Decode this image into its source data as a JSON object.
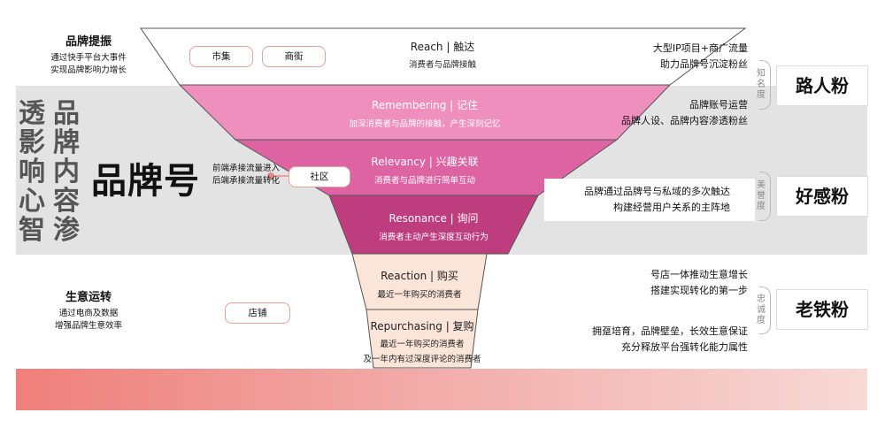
{
  "funnel": {
    "levels": [
      {
        "title": "Reach | 触达",
        "subtitle": "消费者与品牌接触",
        "color": "#ffffff"
      },
      {
        "title": "Remembering | 记住",
        "subtitle": "加深消费者与品牌的接触，产生深刻记忆",
        "color": "#ef8fbe"
      },
      {
        "title": "Relevancy | 兴趣关联",
        "subtitle": "消费者与品牌进行简单互动",
        "color": "#dd63a3"
      },
      {
        "title": "Resonance | 询问",
        "subtitle": "消费者主动产生深度互动行为",
        "color": "#bd3d7f"
      },
      {
        "title": "Reaction | 购买",
        "subtitle": "最近一年购买的消费者",
        "color": "#fbe4d8"
      },
      {
        "title": "Repurchasing | 复购",
        "subtitle": "最近一年购买的消费者",
        "subtitle2": "及一年内有过深度评论的消费者",
        "color": "#fbe4d8"
      }
    ]
  },
  "pills": {
    "market": "市集",
    "street": "商街",
    "community": "社区",
    "store": "店铺"
  },
  "left": {
    "brand_promo_title": "品牌提振",
    "brand_promo_line1": "通过快手平台大事件",
    "brand_promo_line2": "实现品牌影响力增长",
    "vertical_col1": [
      "透",
      "影",
      "响",
      "心",
      "智"
    ],
    "vertical_col2": [
      "品",
      "牌",
      "内",
      "容",
      "渗"
    ],
    "brand_account": "品牌号",
    "flow_line1": "前端承接流量进入",
    "flow_line2": "后端承接流量转化",
    "biz_title": "生意运转",
    "biz_line1": "通过电商及数据",
    "biz_line2": "增强品牌生意效率"
  },
  "right": {
    "r1_line1": "大型IP项目+商广流量",
    "r1_line2": "助力品牌号沉淀粉丝",
    "r2_line1": "品牌账号运营",
    "r2_line2": "品牌人设、品牌内容渗透粉丝",
    "r3_line1": "品牌通过品牌号与私域的多次触达",
    "r3_line2": "构建经营用户关系的主阵地",
    "r4_line1": "号店一体推动生意增长",
    "r4_line2": "搭建实现转化的第一步",
    "r5_line1": "拥趸培育，品牌壁垒，长效生意保证",
    "r5_line2": "充分释放平台强转化能力属性"
  },
  "tiers": [
    {
      "metric": [
        "知",
        "名",
        "度"
      ],
      "label": "路人粉"
    },
    {
      "metric": [
        "美",
        "誉",
        "度"
      ],
      "label": "好感粉"
    },
    {
      "metric": [
        "忠",
        "诚",
        "度"
      ],
      "label": "老铁粉"
    }
  ]
}
